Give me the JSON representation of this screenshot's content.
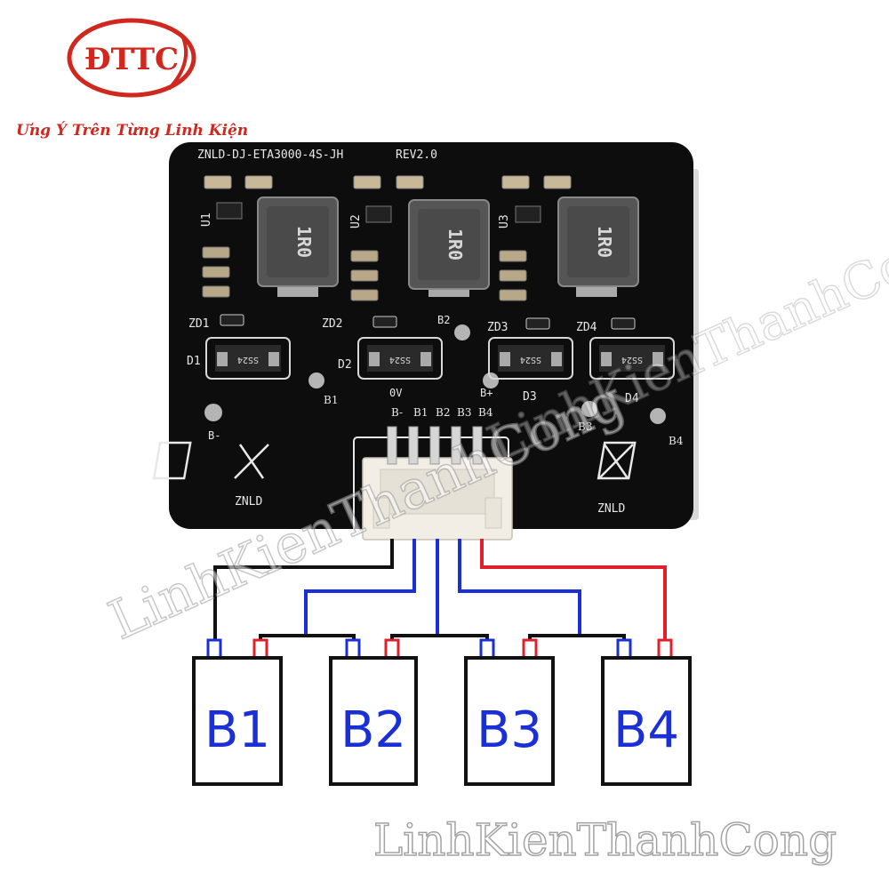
{
  "logo": {
    "text": "ĐTTC",
    "tagline": "Ưng Ý Trên Từng Linh Kiện",
    "color": "#d0281f"
  },
  "board": {
    "title": "ZNLD-DJ-ETA3000-4S-JH",
    "revision": "REV2.0",
    "ics": [
      "U1",
      "U2",
      "U3"
    ],
    "inductors": [
      "1R0",
      "1R0",
      "1R0"
    ],
    "zeners": [
      "ZD1",
      "ZD2",
      "ZD3",
      "ZD4"
    ],
    "diodes": [
      "D1",
      "D2",
      "D3",
      "D4"
    ],
    "diode_marking": "SS24",
    "pads": [
      "B1",
      "B2",
      "0V",
      "B+",
      "B3",
      "B4",
      "B-"
    ],
    "connector_labels": [
      "B-",
      "B1",
      "B2",
      "B3",
      "B4"
    ],
    "brand": "ZNLD"
  },
  "batteries": [
    "B1",
    "B2",
    "B3",
    "B4"
  ],
  "wire_colors": {
    "black": "#111111",
    "blue": "#1a2fd6",
    "red": "#e0202a"
  },
  "watermarks": [
    "LinhKienThanhCong",
    "LinhKienThanhCong",
    "LinhKienThanhCong"
  ]
}
